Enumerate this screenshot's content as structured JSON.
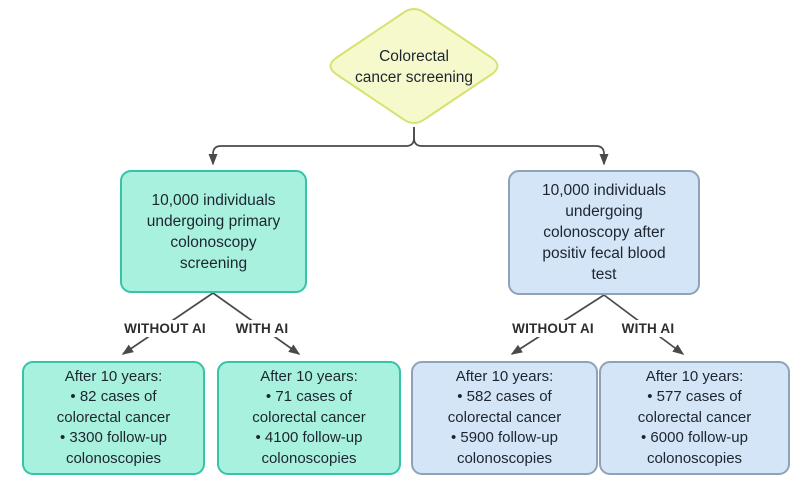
{
  "colors": {
    "canvas_bg": "#ffffff",
    "diamond_fill": "#f6f9cc",
    "diamond_border": "#d7e26f",
    "teal_fill": "#a9f1df",
    "teal_border": "#35c4a5",
    "blue_fill": "#d3e5f6",
    "blue_border": "#8fa3b8",
    "line": "#4a4a4a",
    "text": "#1d2530",
    "label_text": "#2d2d2d"
  },
  "decision": {
    "lines": [
      "Colorectal",
      "cancer screening"
    ]
  },
  "cohorts": [
    {
      "lines": [
        "10,000 individuals",
        "undergoing primary",
        "colonoscopy",
        "screening"
      ]
    },
    {
      "lines": [
        "10,000 individuals",
        "undergoing",
        "colonoscopy after",
        "positiv fecal blood",
        "test"
      ]
    }
  ],
  "branch_labels": [
    {
      "text": "WITHOUT AI"
    },
    {
      "text": "WITH AI"
    },
    {
      "text": "WITHOUT AI"
    },
    {
      "text": "WITH AI"
    }
  ],
  "outcomes": [
    {
      "lines": [
        "After 10 years:",
        "• 82 cases of",
        "colorectal cancer",
        "• 3300 follow-up",
        "colonoscopies"
      ]
    },
    {
      "lines": [
        "After 10 years:",
        "• 71 cases of",
        "colorectal cancer",
        "• 4100 follow-up",
        "colonoscopies"
      ]
    },
    {
      "lines": [
        "After 10 years:",
        "• 582 cases of",
        "colorectal cancer",
        "• 5900 follow-up",
        "colonoscopies"
      ]
    },
    {
      "lines": [
        "After 10 years:",
        "• 577 cases of",
        "colorectal cancer",
        "• 6000 follow-up",
        "colonoscopies"
      ]
    }
  ]
}
